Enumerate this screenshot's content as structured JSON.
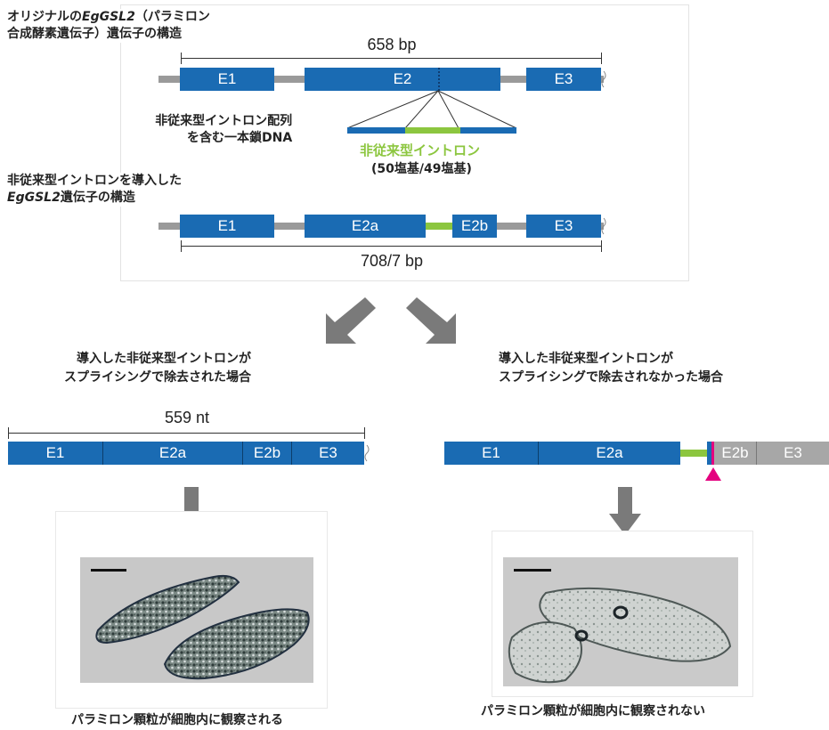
{
  "top": {
    "original_title_line1_a": "オリジナルの",
    "original_title_line1_gene": "EgGSL2",
    "original_title_line1_b": "（パラミロン",
    "original_title_line2": "合成酵素遺伝子）遺伝子の構造",
    "length_original": "658 bp",
    "oligo_label_line1": "非従来型イントロン配列",
    "oligo_label_line2": "を含む一本鎖DNA",
    "intron_label": "非従来型イントロン",
    "intron_bases": "(50塩基/49塩基)",
    "inserted_title_line1": "非従来型イントロンを導入した",
    "inserted_title_line2_gene": "EgGSL2",
    "inserted_title_line2_b": "遺伝子の構造",
    "length_inserted": "708/7 bp",
    "exons_original": [
      "E1",
      "E2",
      "E3"
    ],
    "exons_inserted": [
      "E1",
      "E2a",
      "E2b",
      "E3"
    ]
  },
  "left": {
    "title_line1": "導入した非従来型イントロンが",
    "title_line2": "スプライシングで除去された場合",
    "length": "559 nt",
    "exons": [
      "E1",
      "E2a",
      "E2b",
      "E3"
    ],
    "caption": "パラミロン顆粒が細胞内に観察される"
  },
  "right": {
    "title_line1": "導入した非従来型イントロンが",
    "title_line2": "スプライシングで除去されなかった場合",
    "exons": [
      "E1",
      "E2a",
      "E2b",
      "E3"
    ],
    "caption": "パラミロン顆粒が細胞内に観察されない"
  },
  "colors": {
    "exon": "#1a6bb3",
    "intron_green": "#8cc63f",
    "untranslated_grey": "#a7a7a7",
    "stop_marker": "#e4007f"
  }
}
